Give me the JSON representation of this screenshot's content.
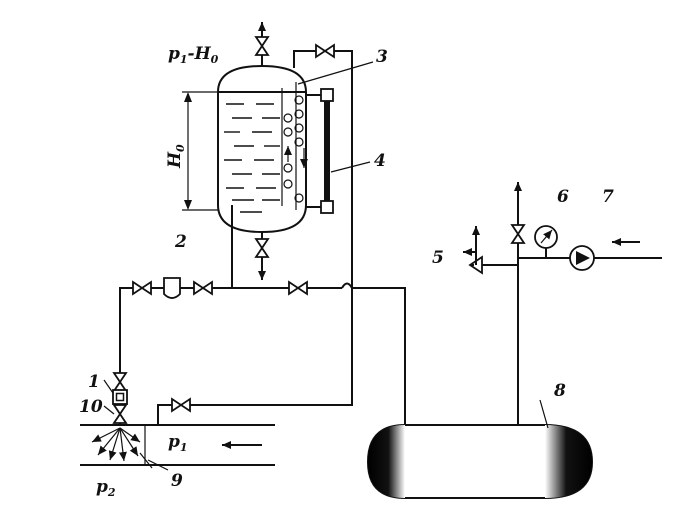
{
  "labels": {
    "tank_pressure": "p",
    "tank_pressure_sub": "1",
    "tank_pressure_rest": "-H",
    "tank_pressure_rest_sub": "0",
    "level_height": "H",
    "level_height_sub": "0",
    "n1": "1",
    "n2": "2",
    "n3": "3",
    "n4": "4",
    "n5": "5",
    "n6": "6",
    "n7": "7",
    "n8": "8",
    "n9": "9",
    "n10": "10",
    "pipe_p1": "p",
    "pipe_p1_sub": "1",
    "pipe_p2": "p",
    "pipe_p2_sub": "2"
  },
  "icons": [
    "valve-icon",
    "pressure-gauge-icon",
    "pump-icon",
    "relief-valve-icon",
    "filter-icon",
    "arrow-icon"
  ]
}
